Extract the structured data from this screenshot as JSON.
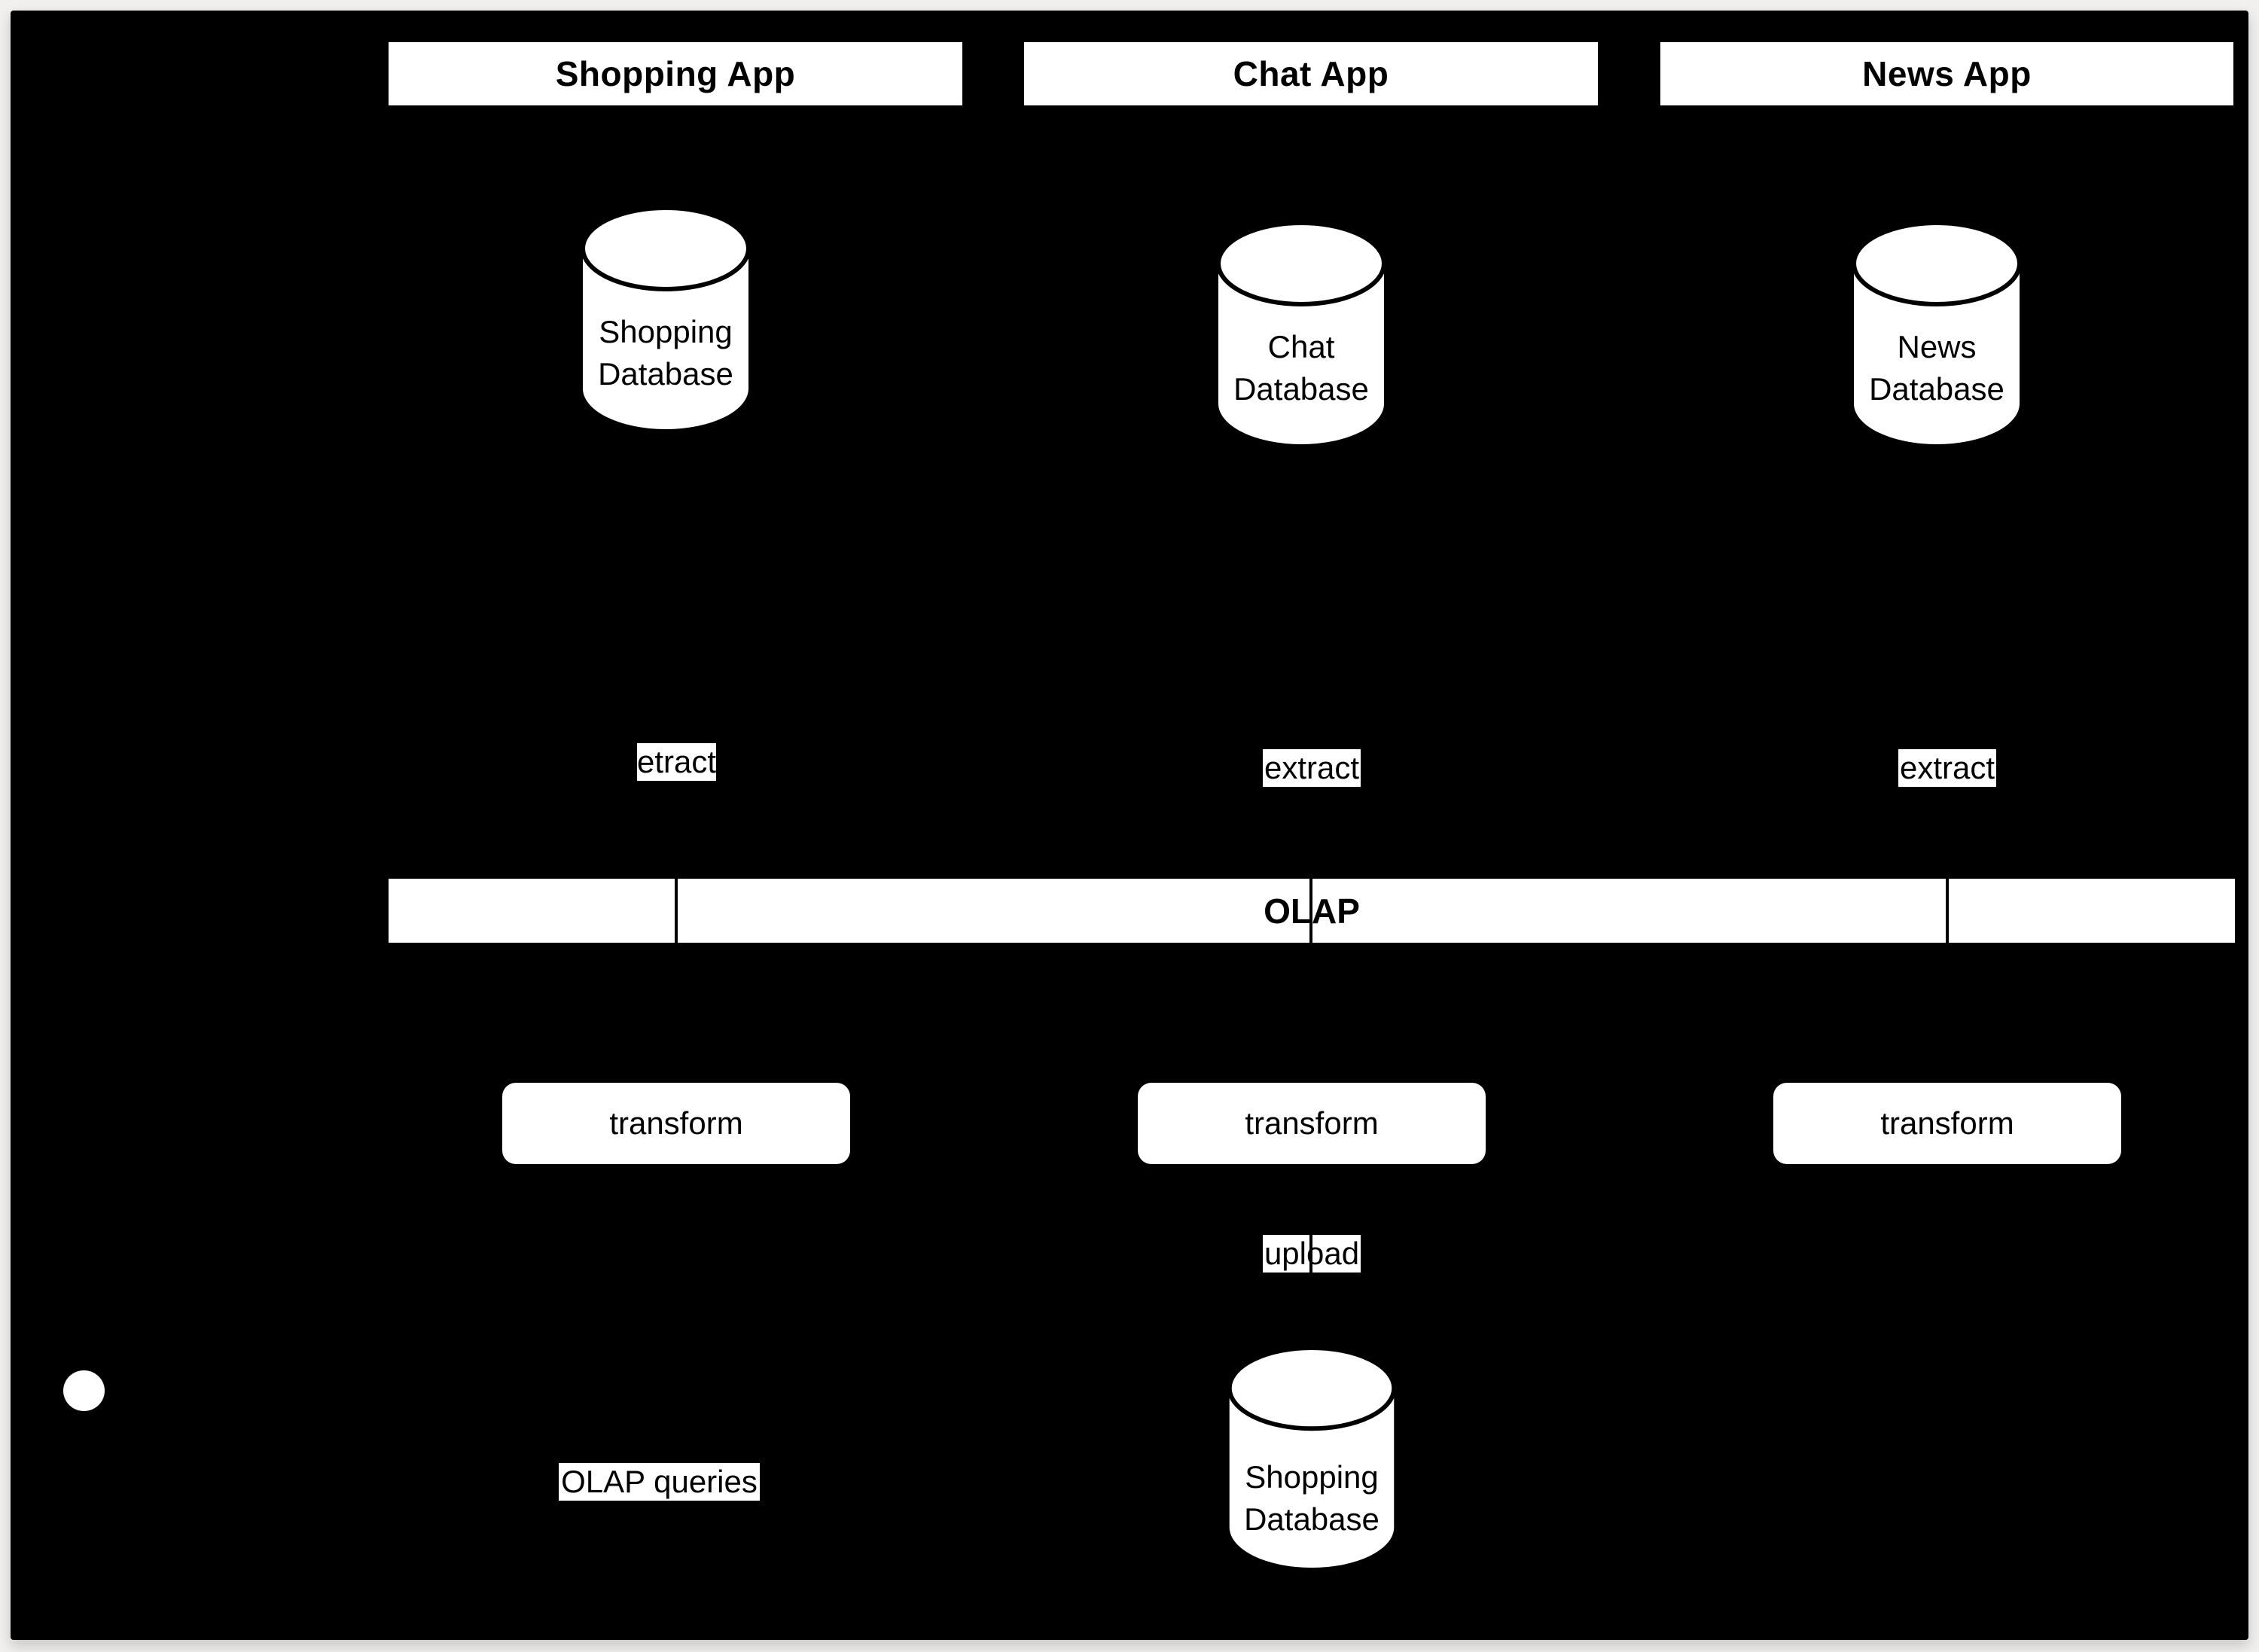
{
  "diagram": {
    "apps": [
      {
        "label": "Shopping App"
      },
      {
        "label": "Chat App"
      },
      {
        "label": "News App"
      }
    ],
    "source_databases": [
      {
        "line1": "Shopping",
        "line2": "Database"
      },
      {
        "line1": "Chat",
        "line2": "Database"
      },
      {
        "line1": "News",
        "line2": "Database"
      }
    ],
    "extract_labels": [
      "etract",
      "extract",
      "extract"
    ],
    "olap_label": "OLAP",
    "transform_labels": [
      "transform",
      "transform",
      "transform"
    ],
    "upload_label": "upload",
    "warehouse_database": {
      "line1": "Shopping",
      "line2": "Database"
    },
    "queries_label": "OLAP queries"
  },
  "colors": {
    "canvas": "#000000",
    "page_frame": "#f2f0ee",
    "node_fill": "#ffffff",
    "node_text": "#000000"
  }
}
